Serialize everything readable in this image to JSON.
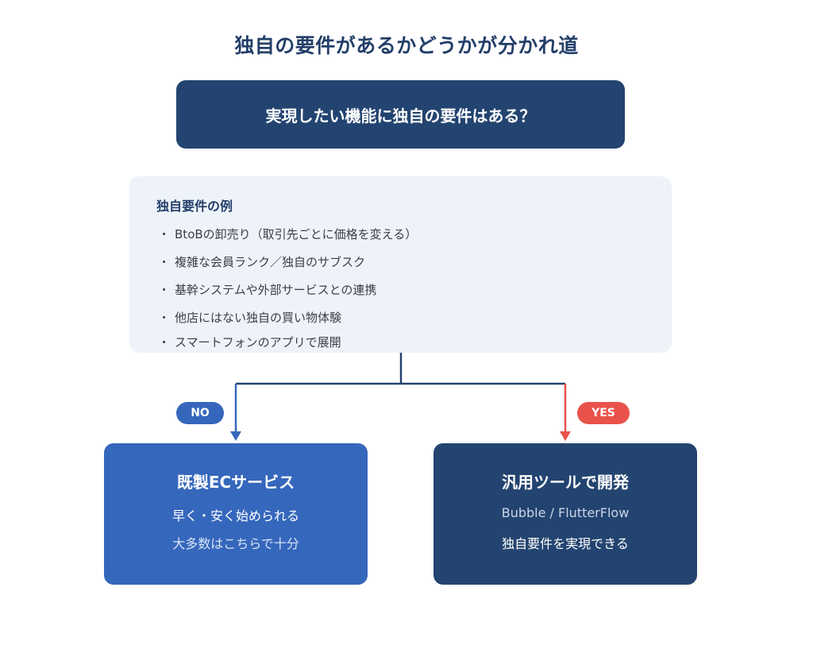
{
  "title": "独自の要件があるかどうかが分かれ道",
  "question": "実現したい機能に独自の要件はある？",
  "examples": {
    "heading": "独自要件の例",
    "bullet": "・",
    "items": [
      "BtoBの卸売り（取引先ごとに価格を変える）",
      "複雑な会員ランク／独自のサブスク",
      "基幹システムや外部サービスとの連携",
      "他店にはない独自の買い物体験",
      "スマートフォンのアプリで展開"
    ]
  },
  "branches": {
    "no_label": "NO",
    "yes_label": "YES"
  },
  "left_result": {
    "title": "既製ECサービス",
    "line1": "早く・安く始められる",
    "line2": "大多数はこちらで十分"
  },
  "right_result": {
    "title": "汎用ツールで開発",
    "line1": "Bubble / FlutterFlow",
    "line2": "独自要件を実現できる"
  },
  "colors": {
    "navy": "#234470",
    "blue": "#3567bc",
    "red": "#e9524a",
    "panel": "#eef3fa"
  }
}
